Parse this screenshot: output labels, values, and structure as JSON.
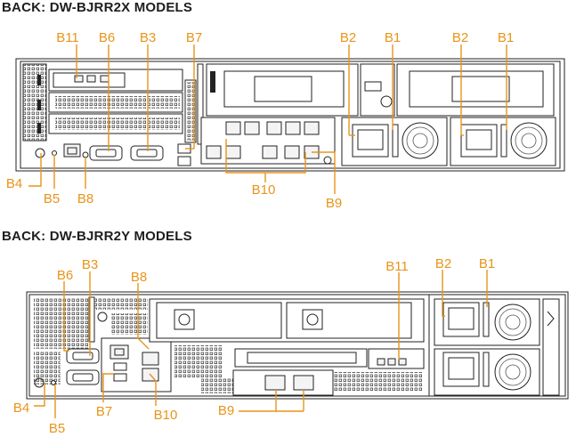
{
  "sections": [
    {
      "heading": "BACK: DW-BJRR2X MODELS",
      "callouts": {
        "b11": "B11",
        "b6": "B6",
        "b3": "B3",
        "b7": "B7",
        "b2a": "B2",
        "b1a": "B1",
        "b2b": "B2",
        "b1b": "B1",
        "b4": "B4",
        "b5": "B5",
        "b8": "B8",
        "b10": "B10",
        "b9": "B9"
      }
    },
    {
      "heading": "BACK: DW-BJRR2Y MODELS",
      "callouts": {
        "b6": "B6",
        "b3": "B3",
        "b8": "B8",
        "b11": "B11",
        "b2": "B2",
        "b1": "B1",
        "b4": "B4",
        "b5": "B5",
        "b7": "B7",
        "b10": "B10",
        "b9": "B9"
      }
    }
  ],
  "colors": {
    "callout": "#e8941a",
    "line_art": "#222222"
  }
}
